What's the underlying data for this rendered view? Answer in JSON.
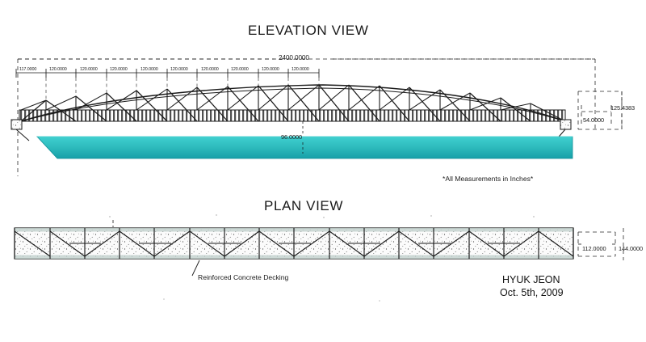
{
  "drawing": {
    "units_note": "*All Measurements in Inches*",
    "author": "HYUK JEON",
    "date": "Oct. 5th, 2009"
  },
  "elevation": {
    "title": "ELEVATION VIEW",
    "overall_span": "2400.0000",
    "panel_dims": [
      "117.0000",
      "120.0000",
      "120.0000",
      "120.0000",
      "120.0000",
      "120.0000",
      "120.0000",
      "120.0000",
      "120.0000",
      "120.0000"
    ],
    "mid_height": "96.0000",
    "end_height": "54.0000",
    "total_height": "125.4383"
  },
  "plan": {
    "title": "PLAN VIEW",
    "deck_label": "Reinforced Concrete Decking",
    "inner_width": "112.0000",
    "outer_width": "144.0000"
  },
  "colors": {
    "water": "#34bfc2",
    "water_dark": "#1f9ea6",
    "line": "#1a1a1a",
    "deck_fill": "#f2f2f2",
    "deck_edge": "#b9c7c4"
  }
}
